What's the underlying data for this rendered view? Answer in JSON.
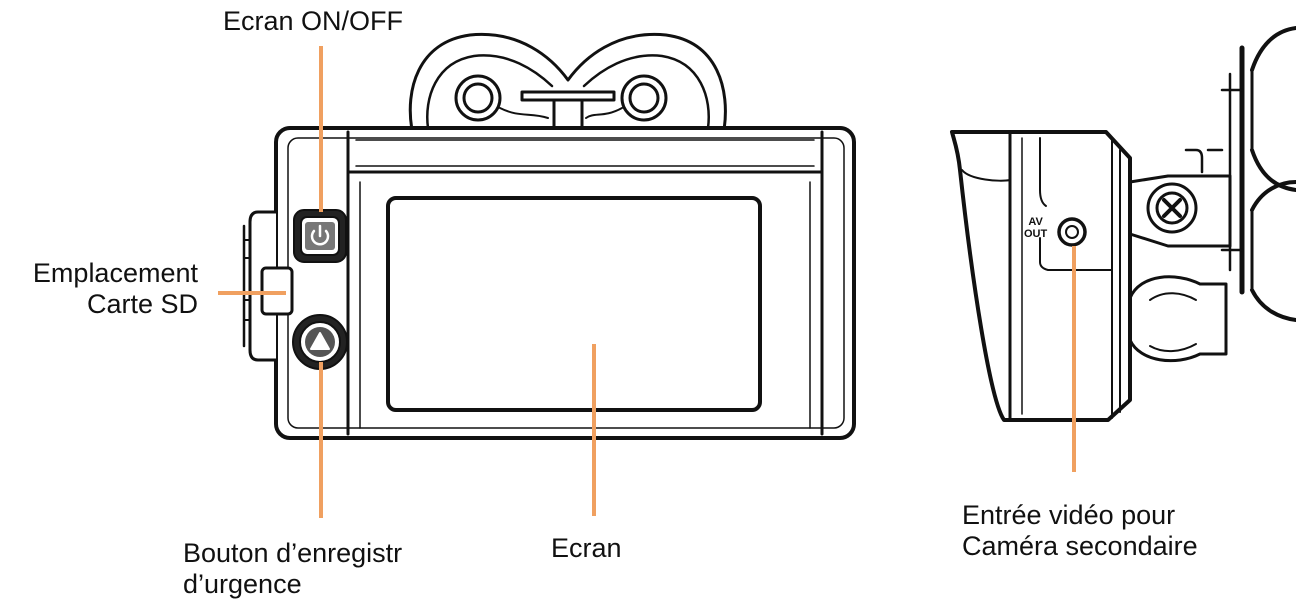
{
  "labels": {
    "screen_button": "Ecran ON/OFF",
    "sd_slot": [
      "Emplacement",
      "Carte SD"
    ],
    "emergency_button": [
      "Bouton d’enregistr",
      "d’urgence"
    ],
    "screen": "Ecran",
    "video_input": [
      "Entrée vidéo pour",
      "Caméra secondaire"
    ]
  },
  "port_text": [
    "AV",
    "OUT"
  ],
  "icons": {
    "power": "power-icon",
    "emergency": "triangle-icon",
    "screw": "screw-icon"
  },
  "colors": {
    "leader_line": "#F0A060",
    "outline": "#111111"
  }
}
